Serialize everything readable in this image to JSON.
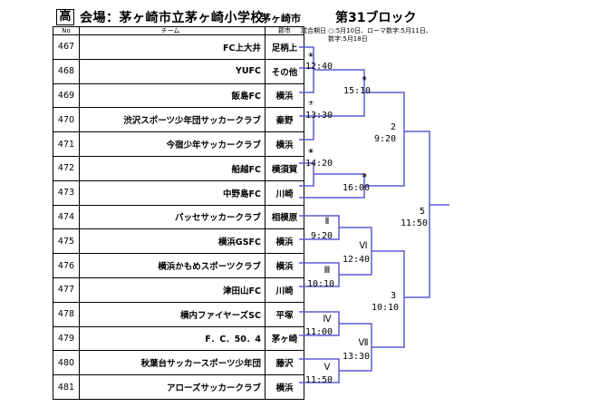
{
  "header": {
    "grade": "高",
    "venue": "会場：茅ヶ崎市立茅ヶ崎小学校",
    "city": "茅ヶ崎市",
    "block": "第31ブロック",
    "note_line1": "試合期日 ○:5月10日、ローマ数字:5月11日、",
    "note_line2": "数字:5月18日"
  },
  "columns": {
    "no": "No",
    "team": "チーム",
    "city": "郡市"
  },
  "teams": [
    {
      "no": "467",
      "name": "FC上大井",
      "city": "足柄上"
    },
    {
      "no": "468",
      "name": "YUFC",
      "city": "その他"
    },
    {
      "no": "469",
      "name": "飯島FC",
      "city": "横浜"
    },
    {
      "no": "470",
      "name": "渋沢スポーツ少年団サッカークラブ",
      "city": "秦野"
    },
    {
      "no": "471",
      "name": "今宿少年サッカークラブ",
      "city": "横浜"
    },
    {
      "no": "472",
      "name": "船越FC",
      "city": "横須賀"
    },
    {
      "no": "473",
      "name": "中野島FC",
      "city": "川崎"
    },
    {
      "no": "474",
      "name": "パッセサッカークラブ",
      "city": "相模原"
    },
    {
      "no": "475",
      "name": "横浜GSFC",
      "city": "横浜"
    },
    {
      "no": "476",
      "name": "横浜かもめスポーツクラブ",
      "city": "横浜"
    },
    {
      "no": "477",
      "name": "津田山FC",
      "city": "川崎"
    },
    {
      "no": "478",
      "name": "横内ファイヤーズSC",
      "city": "平塚"
    },
    {
      "no": "479",
      "name": "F．C．50．4",
      "city": "茅ヶ崎"
    },
    {
      "no": "480",
      "name": "秋葉台サッカースポーツ少年団",
      "city": "藤沢"
    },
    {
      "no": "481",
      "name": "アローズサッカークラブ",
      "city": "横浜"
    }
  ],
  "matches": {
    "m6": {
      "label": "⑥",
      "time": "12:40"
    },
    "m7": {
      "label": "⑦",
      "time": "13:30"
    },
    "m8": {
      "label": "⑧",
      "time": "14:20"
    },
    "m9": {
      "label": "⑨",
      "time": "15:10"
    },
    "m10": {
      "label": "⑩",
      "time": "16:00"
    },
    "r2": {
      "label": "Ⅱ",
      "time": "9:20"
    },
    "r3": {
      "label": "Ⅲ",
      "time": "10:10"
    },
    "r4": {
      "label": "Ⅳ",
      "time": "11:00"
    },
    "r5": {
      "label": "Ⅴ",
      "time": "11:50"
    },
    "r6": {
      "label": "Ⅵ",
      "time": "12:40"
    },
    "r7": {
      "label": "Ⅶ",
      "time": "13:30"
    },
    "n2": {
      "label": "2",
      "time": "9:20"
    },
    "n3": {
      "label": "3",
      "time": "10:10"
    },
    "n5": {
      "label": "5",
      "time": "11:50"
    }
  },
  "colors": {
    "bracket_line": "#5b5bd6",
    "roster_border": "#000000"
  }
}
